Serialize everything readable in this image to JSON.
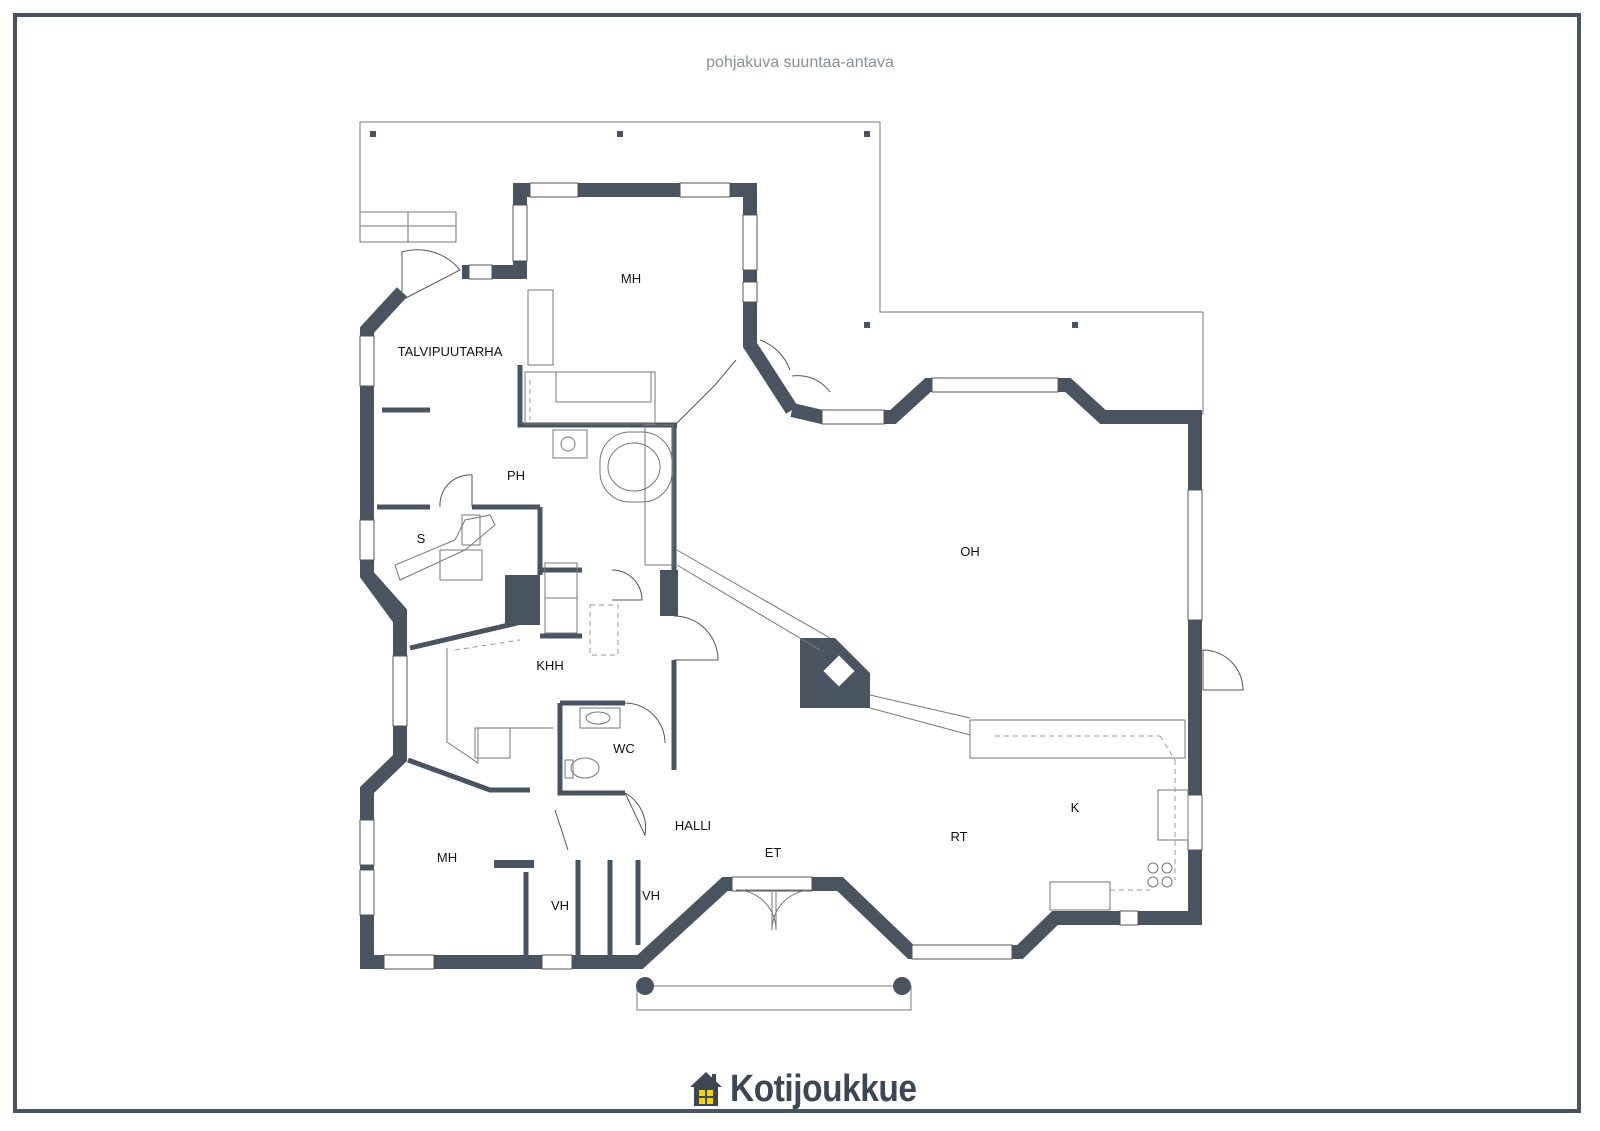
{
  "caption": "pohjakuva suuntaa-antava",
  "rooms": {
    "mh_top": "MH",
    "talvipuutarha": "TALVIPUUTARHA",
    "ph": "PH",
    "s": "S",
    "oh": "OH",
    "khh": "KHH",
    "wc": "WC",
    "halli": "HALLI",
    "et": "ET",
    "rt": "RT",
    "k": "K",
    "mh_bottom": "MH",
    "vh_left": "VH",
    "vh_right": "VH"
  },
  "brand": {
    "name": "Kotijoukkue",
    "icon": "house-icon"
  },
  "colors": {
    "wall": "#4a5460",
    "frame": "#4a5460",
    "window_fill": "#ffffff",
    "brand_icon_window": "#f5d400"
  }
}
